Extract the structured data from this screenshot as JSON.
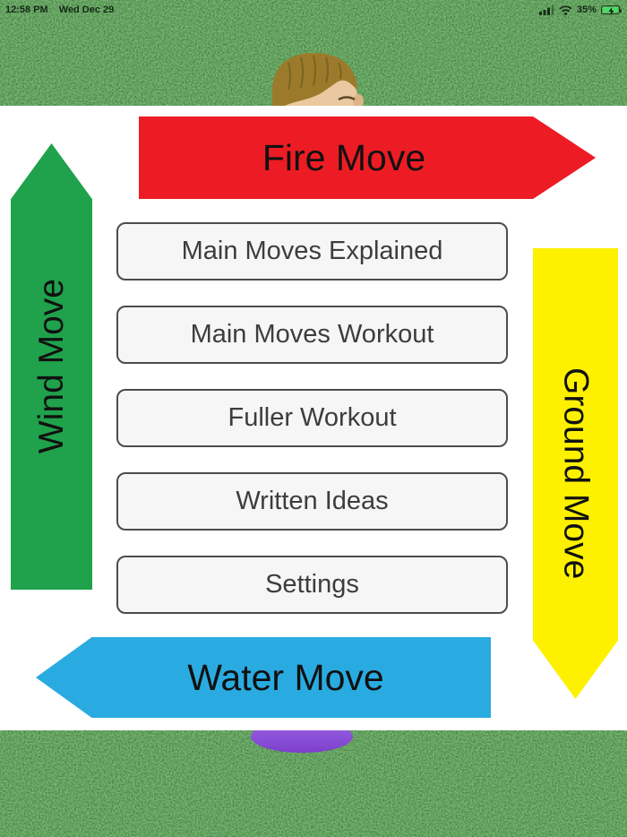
{
  "status_bar": {
    "time": "12:58 PM",
    "date": "Wed Dec 29",
    "battery_percent": "35%",
    "icons": {
      "signal": "cellular-signal",
      "wifi": "wifi",
      "battery": "battery-charging"
    }
  },
  "arrows": {
    "fire": {
      "label": "Fire Move",
      "direction": "right",
      "color": "#ed1c24"
    },
    "wind": {
      "label": "Wind Move",
      "direction": "up",
      "color": "#1fa24b"
    },
    "ground": {
      "label": "Ground Move",
      "direction": "down",
      "color": "#fdf100"
    },
    "water": {
      "label": "Water Move",
      "direction": "left",
      "color": "#29abe2"
    }
  },
  "menu": {
    "buttons": [
      {
        "label": "Main Moves Explained"
      },
      {
        "label": "Main Moves Workout"
      },
      {
        "label": "Fuller Workout"
      },
      {
        "label": "Written Ideas"
      },
      {
        "label": "Settings"
      }
    ]
  },
  "scene": {
    "background": "grass-texture",
    "character": "3d-character-behind-panel",
    "colors": {
      "grass_base": "#1e4d1e",
      "panel": "#ffffff",
      "button_bg": "#f6f6f6",
      "button_border": "#4c4c4c",
      "character_hair": "#9b7b2b",
      "character_skin": "#eac9a0",
      "character_body": "#8a52d6",
      "battery_charge": "#4cd964"
    }
  }
}
